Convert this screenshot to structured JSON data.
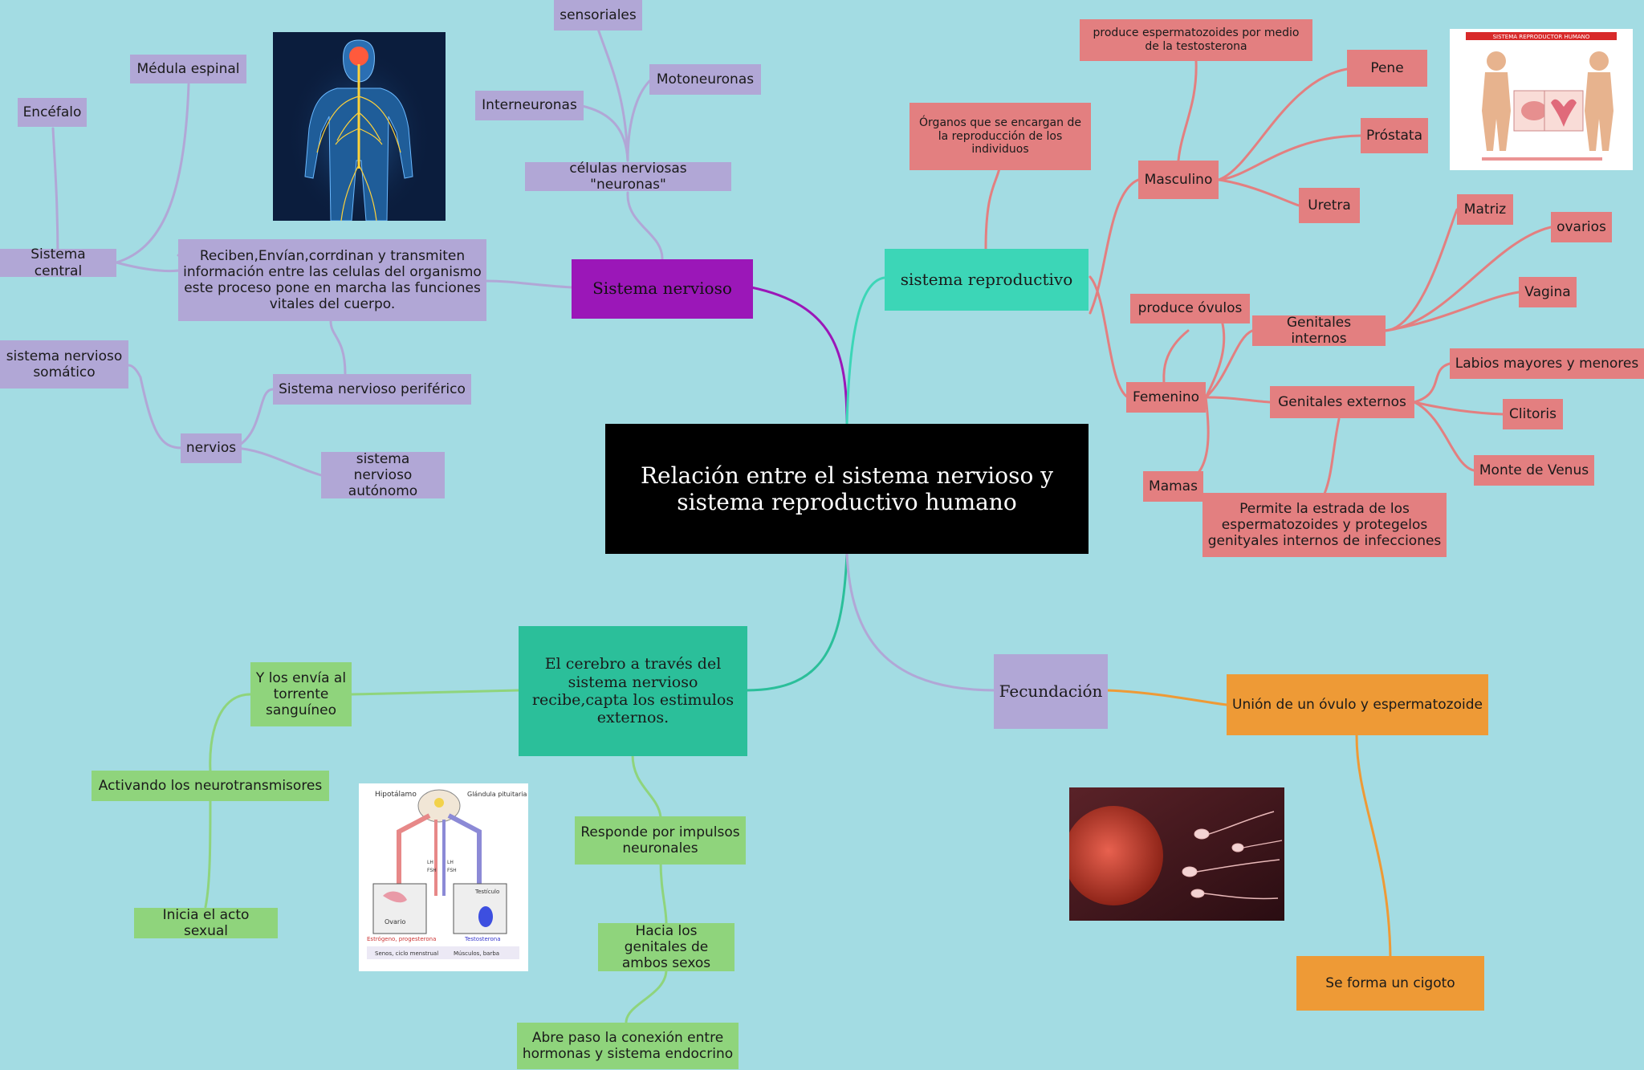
{
  "central": {
    "title": "Relación entre el sistema nervioso y sistema reproductivo humano"
  },
  "nervioso": {
    "title": "Sistema nervioso",
    "description": "Reciben,Envían,corrdinan y transmiten información entre las celulas del organismo este proceso pone en marcha las funciones vitales del cuerpo.",
    "central": "Sistema central",
    "encefalo": "Encéfalo",
    "medula": "Médula espinal",
    "celulas": "células nerviosas \"neuronas\"",
    "sensoriales": "sensoriales",
    "motoneuronas": "Motoneuronas",
    "interneuronas": "Interneuronas",
    "periferico": "Sistema nervioso periférico",
    "nervios": "nervios",
    "somatico": "sistema nervioso somático",
    "autonomo": "sistema nervioso autónomo"
  },
  "reproductivo": {
    "title": "sistema reproductivo",
    "organos": "Órganos que se encargan de la reproducción de los individuos",
    "masculino": "Masculino",
    "espermatozoides": "produce espermatozoides por medio de la testosterona",
    "pene": "Pene",
    "prostata": "Próstata",
    "uretra": "Uretra",
    "femenino": "Femenino",
    "ovulos": "produce óvulos",
    "mamas": "Mamas",
    "internos": "Genitales internos",
    "matriz": "Matriz",
    "ovarios": "ovarios",
    "vagina": "Vagina",
    "externos": "Genitales externos",
    "labios": "Labios mayores y menores",
    "clitoris": "Clitoris",
    "monte": "Monte de Venus",
    "permite": "Permite la estrada de los espermatozoides y protegelos genityales internos de infecciones"
  },
  "cerebro": {
    "title": "El cerebro a través del sistema nervioso recibe,capta los estimulos externos.",
    "envia": "Y los envía al torrente sanguíneo",
    "neurotransmisores": "Activando los neurotransmisores",
    "acto": "Inicia el acto sexual",
    "responde": "Responde por impulsos neuronales",
    "hacia": "Hacia los genitales de ambos sexos",
    "abre": "Abre paso la conexión entre hormonas y sistema endocrino"
  },
  "fecundacion": {
    "title": "Fecundación",
    "union": "Unión de un óvulo y espermatozoide",
    "cigoto": "Se forma un cigoto"
  },
  "images": {
    "reproductive_chart_header": "SISTEMA REPRODUCTOR HUMANO",
    "hormone_labels": {
      "hipotalamo": "Hipotálamo",
      "glandula": "Glándula pituitaria o Hipófisis",
      "lh1": "LH",
      "fsh1": "FSH",
      "lh2": "LH",
      "fsh2": "FSH",
      "ovario": "Ovario",
      "testiculo": "Testículo",
      "estrogeno": "Estrógeno, progesterona",
      "testosterona": "Testosterona",
      "senos": "Senos, ciclo menstrual",
      "musculos": "Músculos, barba"
    }
  },
  "colors": {
    "background": "#a3dce3",
    "purple_branch": "#b1a7d6",
    "nervioso_main": "#9b17b8",
    "red_branch": "#e37f80",
    "green_branch": "#8fd47c",
    "orange_branch": "#ee9a36",
    "teal": "#3cd6b7"
  }
}
